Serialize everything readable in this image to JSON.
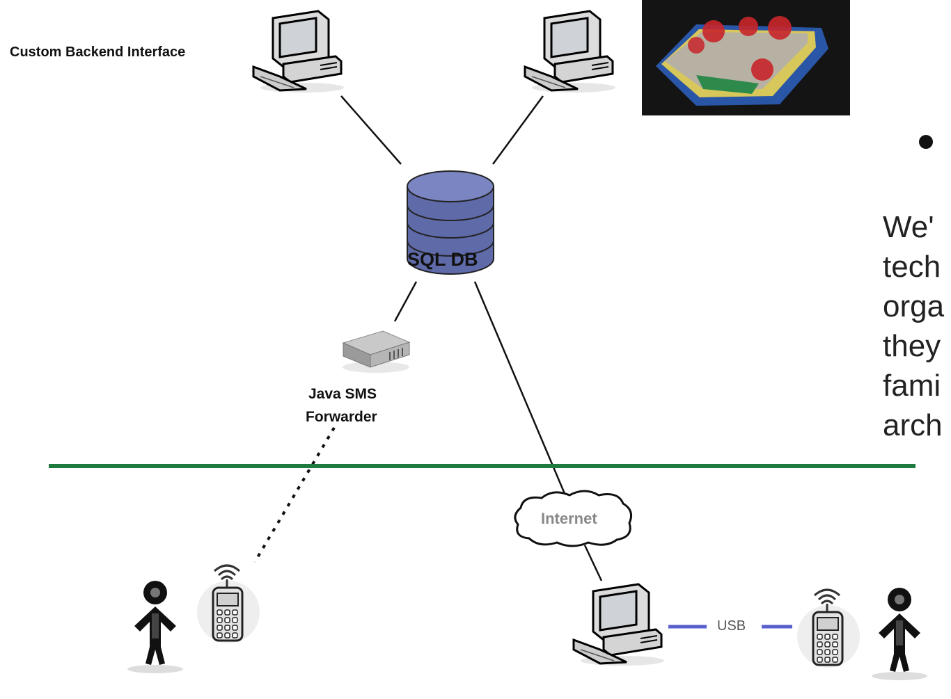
{
  "labels": {
    "backend": "Custom Backend Interface",
    "db": "SQL DB",
    "forwarder_line1": "Java SMS",
    "forwarder_line2": "Forwarder",
    "internet": "Internet",
    "usb": "USB"
  },
  "side_text": [
    "We'",
    "tech",
    "orga",
    "they",
    "fami",
    "arch"
  ],
  "icons": {
    "workstation": "desktop-computer-icon",
    "database": "database-cylinder-icon",
    "server": "server-box-icon",
    "cloud": "cloud-icon",
    "phone": "mobile-phone-icon",
    "person": "person-icon",
    "map": "3d-map-visualization"
  },
  "colors": {
    "divider": "#1e7a3e",
    "usb_link": "#5a5fd0",
    "db_fill": "#5f6aa9"
  }
}
